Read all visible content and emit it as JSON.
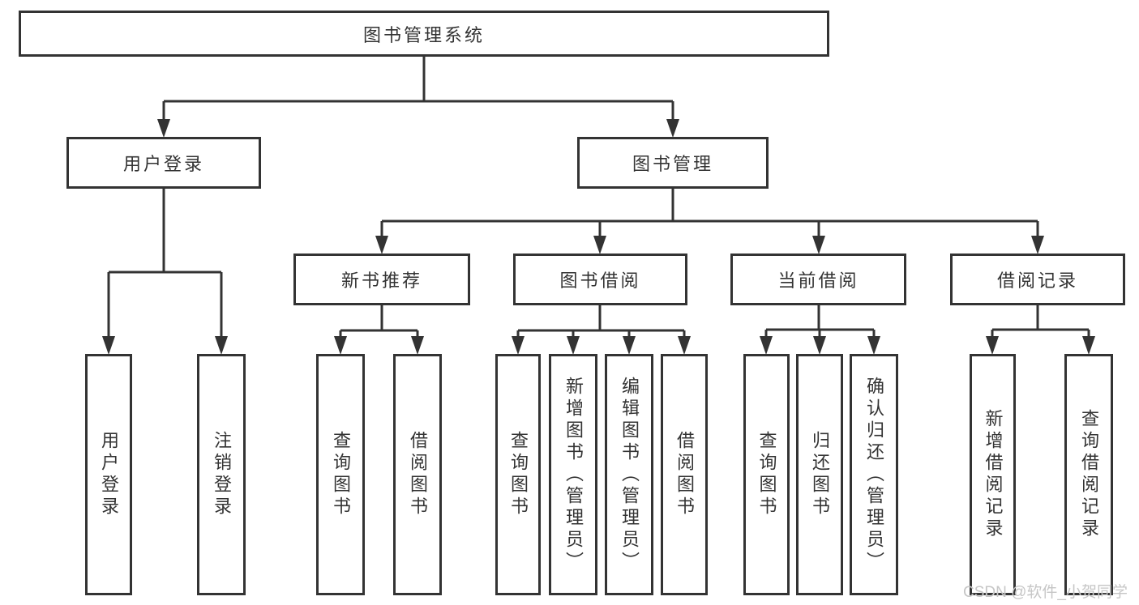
{
  "diagram": {
    "root": {
      "label": "图书管理系统"
    },
    "children": [
      {
        "label": "用户登录",
        "children": [
          {
            "label": "用户登录"
          },
          {
            "label": "注销登录"
          }
        ]
      },
      {
        "label": "图书管理",
        "children": [
          {
            "label": "新书推荐",
            "children": [
              {
                "label": "查询图书"
              },
              {
                "label": "借阅图书"
              }
            ]
          },
          {
            "label": "图书借阅",
            "children": [
              {
                "label": "查询图书"
              },
              {
                "label": "新增图书（管理员）"
              },
              {
                "label": "编辑图书（管理员）"
              },
              {
                "label": "借阅图书"
              }
            ]
          },
          {
            "label": "当前借阅",
            "children": [
              {
                "label": "查询图书"
              },
              {
                "label": "归还图书"
              },
              {
                "label": "确认归还（管理员）"
              }
            ]
          },
          {
            "label": "借阅记录",
            "children": [
              {
                "label": "新增借阅记录"
              },
              {
                "label": "查询借阅记录"
              }
            ]
          }
        ]
      }
    ]
  },
  "watermark": {
    "text": "CSDN @软件_小贺同学"
  },
  "colors": {
    "line": "#333333",
    "box_border": "#333333",
    "box_fill": "#ffffff",
    "text": "#333333",
    "watermark": "#c6c6c6"
  }
}
